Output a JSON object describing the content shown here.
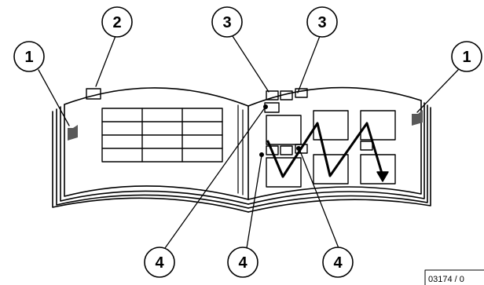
{
  "callouts": {
    "tab_left": "1",
    "tab_right": "1",
    "page_number": "2",
    "section_box_a": "3",
    "section_box_b": "3",
    "caption_a": "4",
    "caption_b": "4",
    "caption_c": "4"
  },
  "reference_code": "03174 / 0",
  "colors": {
    "line": "#000000",
    "tab_fill": "#595959",
    "background": "#ffffff"
  }
}
